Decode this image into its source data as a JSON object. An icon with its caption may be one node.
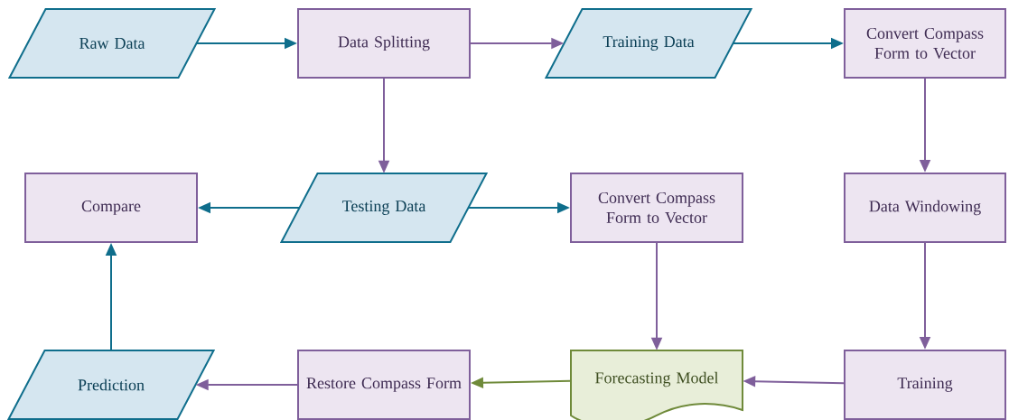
{
  "diagram": {
    "nodes": [
      {
        "text": [
          "Raw Data"
        ]
      },
      {
        "text": [
          "Data Splitting"
        ]
      },
      {
        "text": [
          "Training Data"
        ]
      },
      {
        "text": [
          "Convert Compass Form to Vector"
        ]
      },
      {
        "text": [
          "Compare"
        ]
      },
      {
        "text": [
          "Testing Data"
        ]
      },
      {
        "text": [
          "Convert Compass Form to Vector"
        ]
      },
      {
        "text": [
          "Data Windowing"
        ]
      },
      {
        "text": [
          "Prediction"
        ]
      },
      {
        "text": [
          "Restore Compass Form"
        ]
      },
      {
        "text": [
          "Forecasting Model"
        ]
      },
      {
        "text": [
          "Training"
        ]
      }
    ],
    "edges": [
      {
        "from": 0,
        "to": 1,
        "arrow": "to",
        "color": "#0f6e8c"
      },
      {
        "from": 1,
        "to": 2,
        "arrow": "to"
      },
      {
        "from": 2,
        "to": 3,
        "arrow": "to",
        "color": "#0f6e8c"
      },
      {
        "from": 1,
        "to": 5,
        "arrow": "to"
      },
      {
        "from": 3,
        "to": 7,
        "arrow": "to"
      },
      {
        "from": 5,
        "to": 4,
        "arrow": "to",
        "color": "#0f6e8c"
      },
      {
        "from": 5,
        "to": 6,
        "arrow": "to",
        "color": "#0f6e8c"
      },
      {
        "from": 6,
        "to": 10,
        "arrow": "to"
      },
      {
        "from": 7,
        "to": 11,
        "arrow": "to"
      },
      {
        "from": 11,
        "to": 10,
        "arrow": "to"
      },
      {
        "from": 10,
        "to": 9,
        "arrow": "to",
        "color": "#6f8a3a"
      },
      {
        "from": 9,
        "to": 8,
        "arrow": "to"
      },
      {
        "from": 8,
        "to": 4,
        "arrow": "to",
        "color": "#0f6e8c"
      }
    ]
  }
}
